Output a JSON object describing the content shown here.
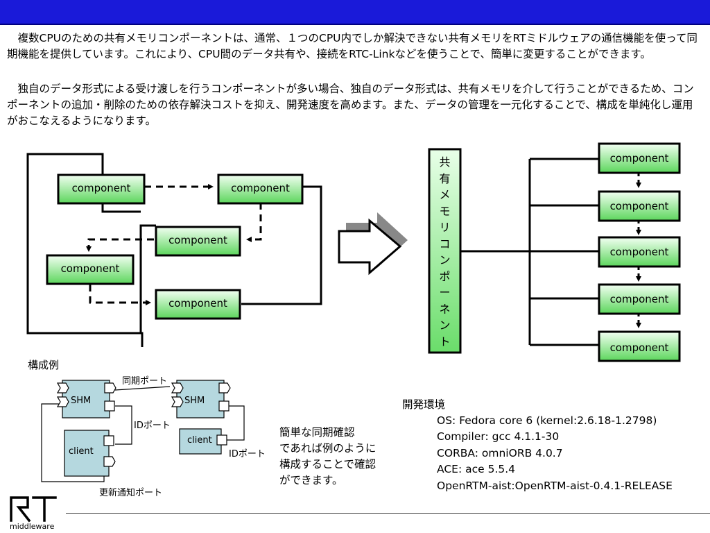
{
  "paragraphs": {
    "p1": "　複数CPUのための共有メモリコンポーネントは、通常、１つのCPU内でしか解決できない共有メモリをRTミドルウェアの通信機能を使って同期機能を提供しています。これにより、CPU間のデータ共有や、接続をRTC-Linkなどを使うことで、簡単に変更することができます。",
    "p2": "　独自のデータ形式による受け渡しを行うコンポーネントが多い場合、独自のデータ形式は、共有メモリを介して行うことができるため、コンポーネントの追加・削除のための依存解決コストを抑え、開発速度を高めます。また、データの管理を一元化することで、構成を単純化し運用がおこなえるようになります。"
  },
  "left_diagram": {
    "components": [
      "component",
      "component",
      "component",
      "component",
      "component"
    ]
  },
  "right_diagram": {
    "shared_memory_label": [
      "共",
      "有",
      "メ",
      "モ",
      "リ",
      "コ",
      "ン",
      "ポ",
      "ー",
      "ネ",
      "ン",
      "ト"
    ],
    "components": [
      "component",
      "component",
      "component",
      "component",
      "component"
    ]
  },
  "example": {
    "heading": "構成例",
    "shm_label": "SHM",
    "client_label": "client",
    "sync_port": "同期ポート",
    "id_port": "IDポート",
    "update_port": "更新通知ポート"
  },
  "note": {
    "lines": [
      "簡単な同期確認",
      "であれば例のように",
      "構成することで確認",
      "ができます。"
    ]
  },
  "environment": {
    "heading": "開発環境",
    "items": [
      "OS: Fedora core 6 (kernel:2.6.18-1.2798)",
      "Compiler: gcc 4.1.1-30",
      "CORBA: omniORB 4.0.7",
      "ACE: ace 5.5.4",
      "OpenRTM-aist:OpenRTM-aist-0.4.1-RELEASE"
    ]
  },
  "logo": {
    "mark": "RT",
    "text": "middleware"
  },
  "colors": {
    "title_bar": "#1a1ad9",
    "component_fill_top": "#f2fff2",
    "component_fill_bottom": "#5cd65c",
    "module_fill": "#b5d8df"
  }
}
